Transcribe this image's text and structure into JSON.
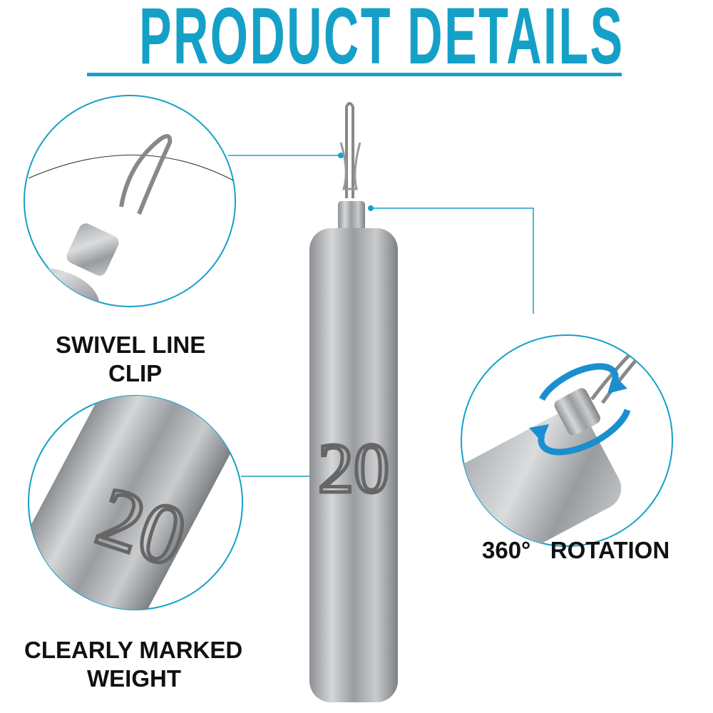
{
  "header": {
    "title": "PRODUCT DETAILS"
  },
  "colors": {
    "accent": "#15A0C8",
    "text": "#111111",
    "metal": "#B9BCBF"
  },
  "features": [
    {
      "line1": "SWIVEL LINE",
      "line2": "CLIP"
    },
    {
      "line1": "CLEARLY MARKED",
      "line2": "WEIGHT"
    },
    {
      "line1": "360°   ROTATION"
    }
  ],
  "product": {
    "weight_marking": "20"
  },
  "icons": [
    "rotation-arrows-icon"
  ]
}
